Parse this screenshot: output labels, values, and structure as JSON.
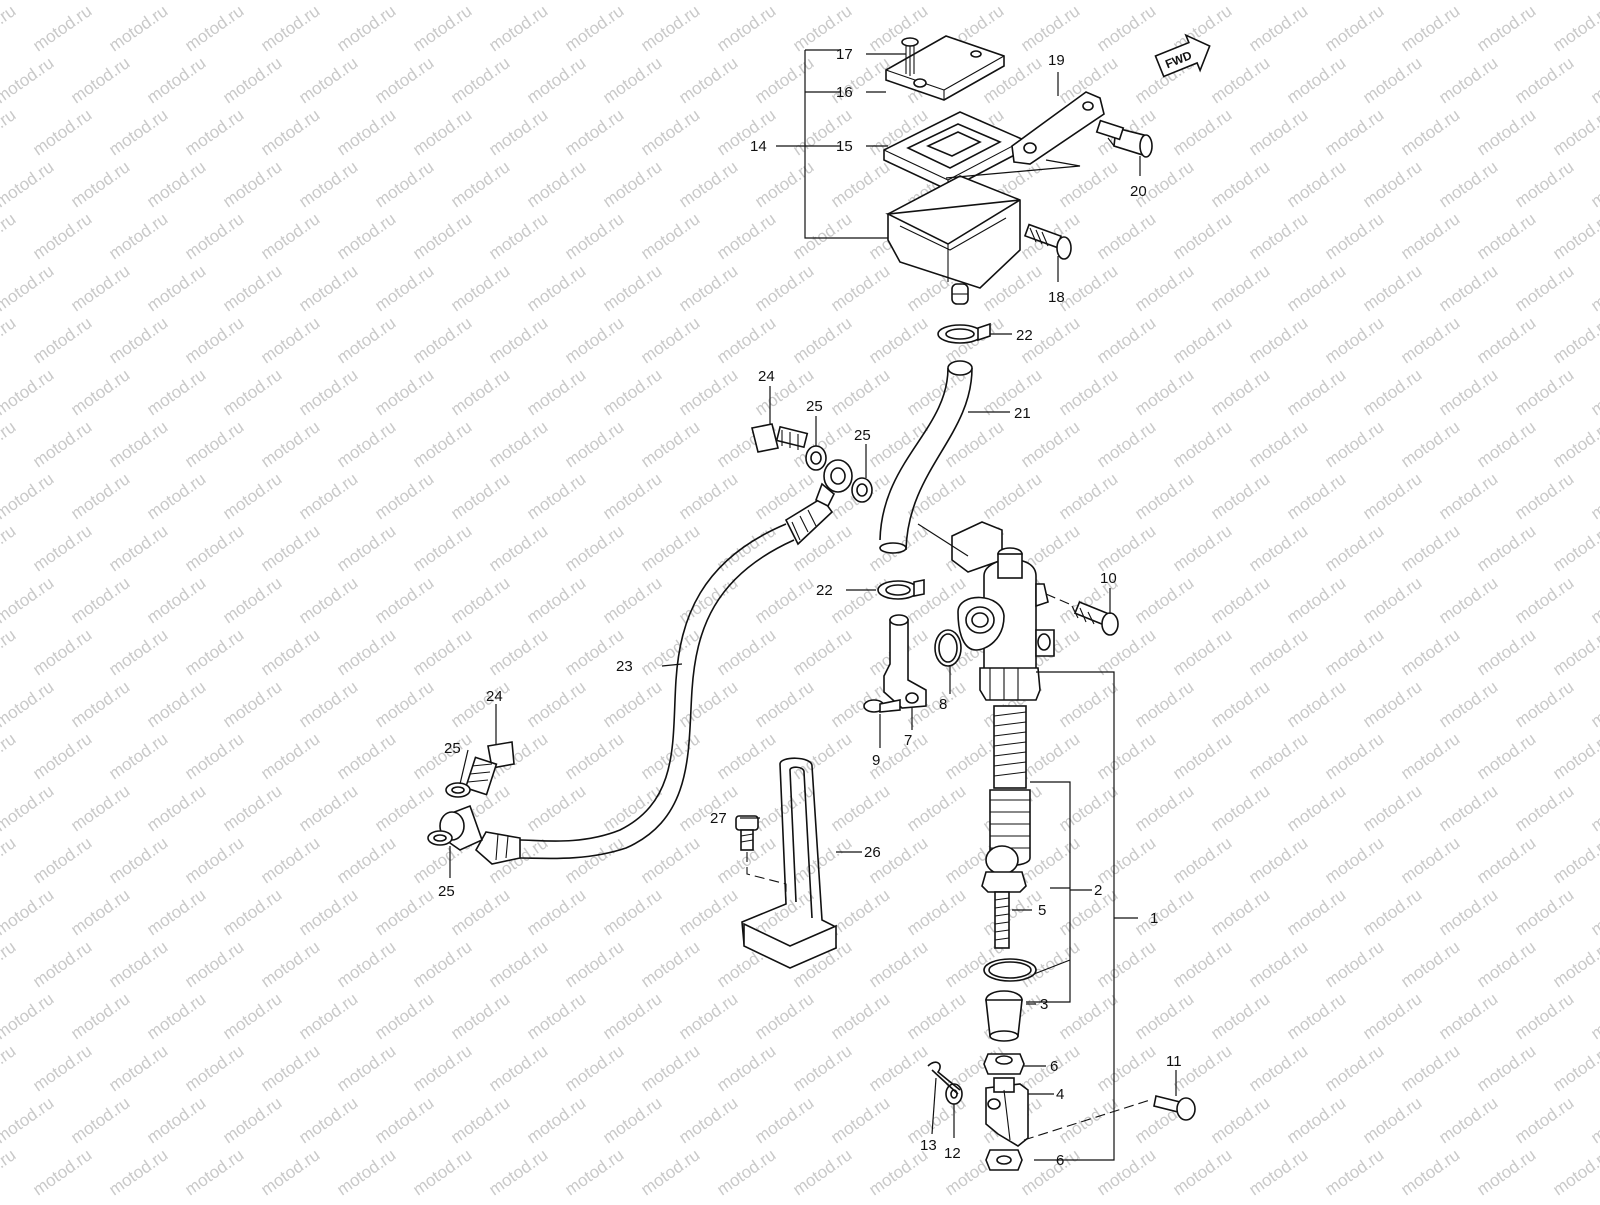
{
  "watermark": "motod.ru",
  "fwd_badge": "FWD",
  "callouts": [
    {
      "id": "c1",
      "text": "1"
    },
    {
      "id": "c2",
      "text": "2"
    },
    {
      "id": "c3",
      "text": "3"
    },
    {
      "id": "c4",
      "text": "4"
    },
    {
      "id": "c5",
      "text": "5"
    },
    {
      "id": "c6a",
      "text": "6"
    },
    {
      "id": "c6b",
      "text": "6"
    },
    {
      "id": "c7",
      "text": "7"
    },
    {
      "id": "c8",
      "text": "8"
    },
    {
      "id": "c9",
      "text": "9"
    },
    {
      "id": "c10",
      "text": "10"
    },
    {
      "id": "c11",
      "text": "11"
    },
    {
      "id": "c12",
      "text": "12"
    },
    {
      "id": "c13",
      "text": "13"
    },
    {
      "id": "c14",
      "text": "14"
    },
    {
      "id": "c15",
      "text": "15"
    },
    {
      "id": "c16",
      "text": "16"
    },
    {
      "id": "c17",
      "text": "17"
    },
    {
      "id": "c18",
      "text": "18"
    },
    {
      "id": "c19",
      "text": "19"
    },
    {
      "id": "c20",
      "text": "20"
    },
    {
      "id": "c21",
      "text": "21"
    },
    {
      "id": "c22a",
      "text": "22"
    },
    {
      "id": "c22b",
      "text": "22"
    },
    {
      "id": "c23",
      "text": "23"
    },
    {
      "id": "c24a",
      "text": "24"
    },
    {
      "id": "c24b",
      "text": "24"
    },
    {
      "id": "c25a",
      "text": "25"
    },
    {
      "id": "c25b",
      "text": "25"
    },
    {
      "id": "c25c",
      "text": "25"
    },
    {
      "id": "c25d",
      "text": "25"
    },
    {
      "id": "c26",
      "text": "26"
    },
    {
      "id": "c27",
      "text": "27"
    }
  ]
}
